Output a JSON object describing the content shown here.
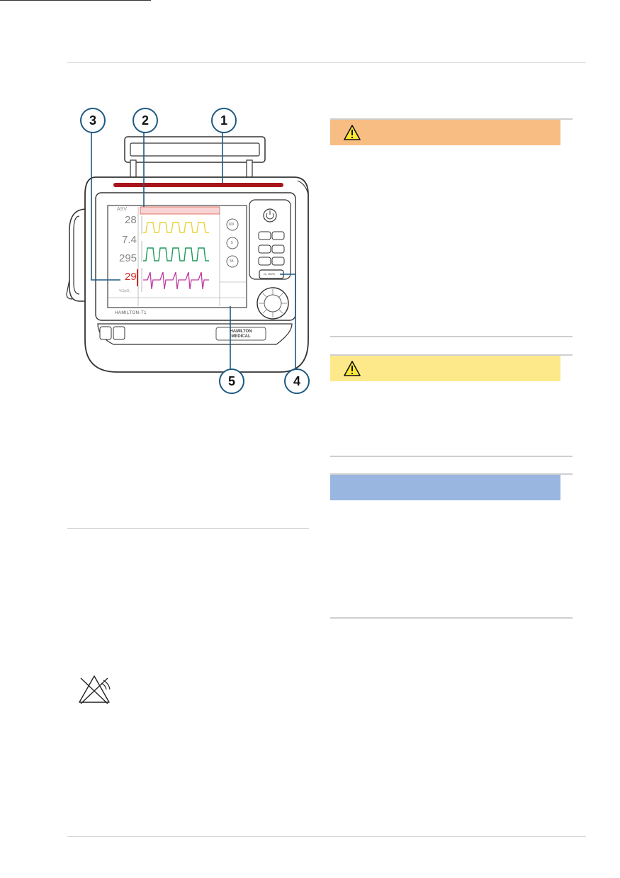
{
  "figure": {
    "brand_label": "HAMILTON-T1",
    "logo_text": "HAMILTON MEDICAL",
    "mode_label": "ASV",
    "screen_values": [
      "28",
      "7.4",
      "295",
      "29"
    ],
    "spo2_label": "%SpO₂",
    "dial_values": [
      "100",
      "5",
      "55"
    ],
    "o2_button_label": "O₂ 100%",
    "callouts": [
      "1",
      "2",
      "3",
      "4",
      "5"
    ]
  },
  "boxes": {
    "warning": {
      "color": "#f7bd82",
      "icon": "warning-triangle-icon"
    },
    "caution": {
      "color": "#fde98a",
      "icon": "warning-triangle-icon"
    },
    "note": {
      "color": "#98b6e0"
    }
  },
  "symbol": {
    "icon": "alarm-silence-icon"
  },
  "colors": {
    "lamp_red": "#a8161c",
    "callout_blue": "#1f5a82",
    "waveform_yellow": "#e8d33a",
    "waveform_green": "#1d9a5a",
    "waveform_magenta": "#c03aa0",
    "alarm_red": "#d12a2a"
  }
}
